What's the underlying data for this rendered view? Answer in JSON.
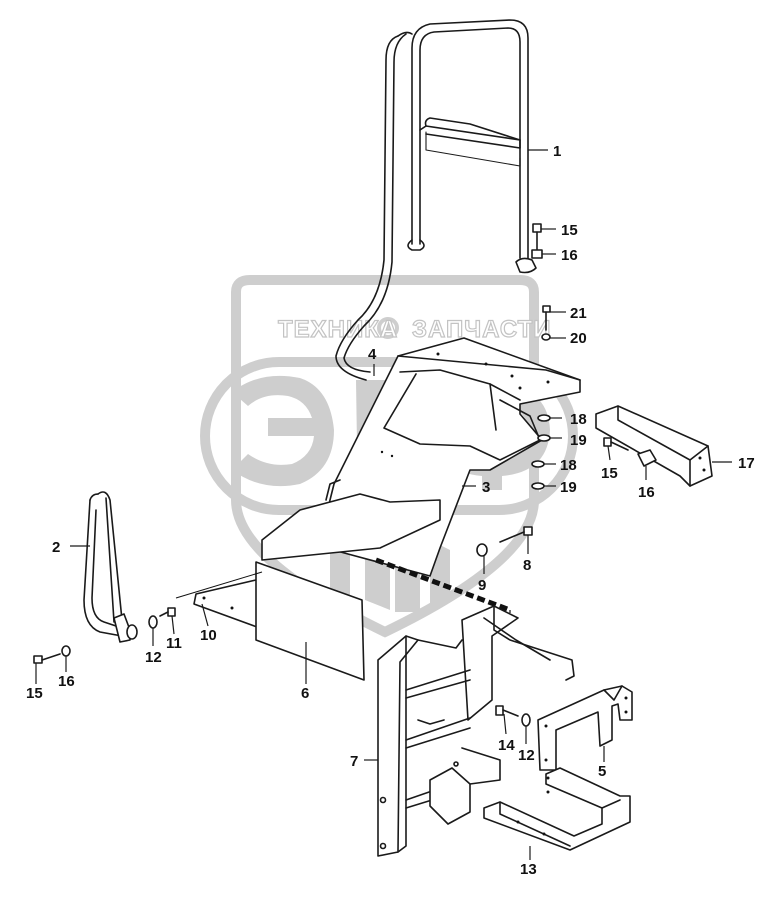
{
  "watermark": {
    "text_left": "ТЕХНИКА",
    "text_right": "ЗАПЧАСТИ",
    "logo_text": "ЭЛФ",
    "color": "#c9c9c9"
  },
  "callouts": [
    {
      "id": "c1",
      "label": "1"
    },
    {
      "id": "c15a",
      "label": "15"
    },
    {
      "id": "c16a",
      "label": "16"
    },
    {
      "id": "c21",
      "label": "21"
    },
    {
      "id": "c20",
      "label": "20"
    },
    {
      "id": "c4",
      "label": "4"
    },
    {
      "id": "c18a",
      "label": "18"
    },
    {
      "id": "c19a",
      "label": "19"
    },
    {
      "id": "c18b",
      "label": "18"
    },
    {
      "id": "c19b",
      "label": "19"
    },
    {
      "id": "c17",
      "label": "17"
    },
    {
      "id": "c15b",
      "label": "15"
    },
    {
      "id": "c16b",
      "label": "16"
    },
    {
      "id": "c3",
      "label": "3"
    },
    {
      "id": "c2",
      "label": "2"
    },
    {
      "id": "c9",
      "label": "9"
    },
    {
      "id": "c8",
      "label": "8"
    },
    {
      "id": "c10",
      "label": "10"
    },
    {
      "id": "c12a",
      "label": "12"
    },
    {
      "id": "c11",
      "label": "11"
    },
    {
      "id": "c15c",
      "label": "15"
    },
    {
      "id": "c16c",
      "label": "16"
    },
    {
      "id": "c6",
      "label": "6"
    },
    {
      "id": "c14",
      "label": "14"
    },
    {
      "id": "c12b",
      "label": "12"
    },
    {
      "id": "c5",
      "label": "5"
    },
    {
      "id": "c7",
      "label": "7"
    },
    {
      "id": "c13",
      "label": "13"
    }
  ]
}
